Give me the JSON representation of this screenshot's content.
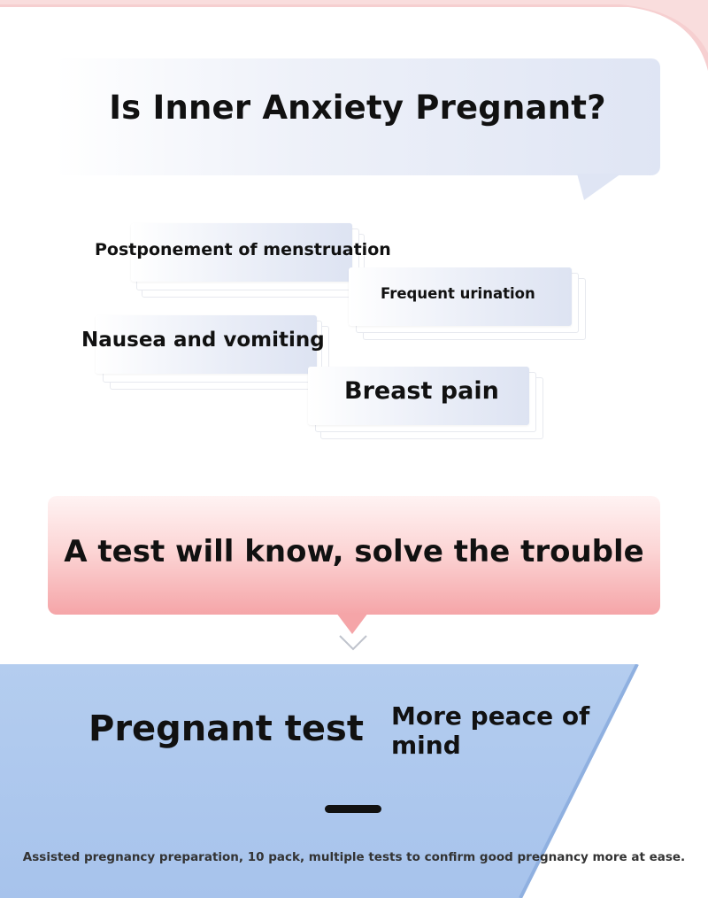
{
  "question": {
    "title": "Is Inner Anxiety Pregnant?"
  },
  "symptoms": [
    {
      "label": "Postponement of menstruation"
    },
    {
      "label": "Frequent urination"
    },
    {
      "label": "Nausea and vomiting"
    },
    {
      "label": "Breast pain"
    }
  ],
  "test_bubble": {
    "text": "A test will know, solve the trouble"
  },
  "product": {
    "title": "Pregnant test",
    "tagline": "More peace of mind",
    "footer": "Assisted pregnancy preparation, 10 pack, multiple tests to confirm good pregnancy more at ease."
  },
  "colors": {
    "question_bubble": "#dfe5f4",
    "test_bubble_top": "#fff3f3",
    "test_bubble_bottom": "#f5a5a8",
    "product_panel": "#a9c7ee",
    "top_band": "#f6c9ca"
  }
}
